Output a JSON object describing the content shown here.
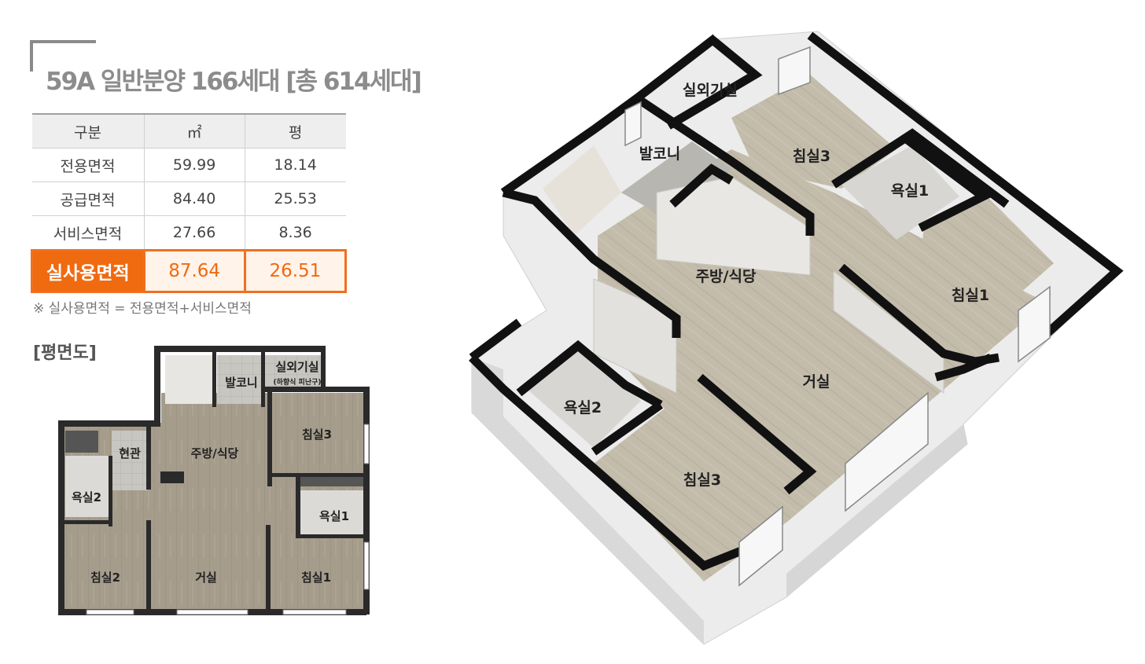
{
  "header": {
    "title": "59A 일반분양 166세대 [총 614세대]"
  },
  "table": {
    "headers": [
      "구분",
      "㎡",
      "평"
    ],
    "rows": [
      [
        "전용면적",
        "59.99",
        "18.14"
      ],
      [
        "공급면적",
        "84.40",
        "25.53"
      ],
      [
        "서비스면적",
        "27.66",
        "8.36"
      ]
    ],
    "highlight": [
      "실사용면적",
      "87.64",
      "26.51"
    ],
    "highlight_color": "#f06a10"
  },
  "note": "※ 실사용면적 = 전용면적+서비스면적",
  "plan_title": "[평면도]",
  "plan2d": {
    "labels": {
      "balcony": "발코니",
      "outdoor_unit": "실외기실",
      "outdoor_unit_note": "(하향식 피난구)",
      "entrance": "현관",
      "kitchen": "주방/식당",
      "bedroom3": "침실3",
      "bath2": "욕실2",
      "bath1": "욕실1",
      "bedroom2": "침실2",
      "living": "거실",
      "bedroom1": "침실1"
    }
  },
  "plan3d": {
    "labels": {
      "outdoor_unit": "실외기실",
      "balcony": "발코니",
      "bedroom3_top": "침실3",
      "bath1": "욕실1",
      "kitchen": "주방/식당",
      "bedroom1": "침실1",
      "living": "거실",
      "bath2": "욕실2",
      "bedroom3_bottom": "침실3"
    }
  }
}
